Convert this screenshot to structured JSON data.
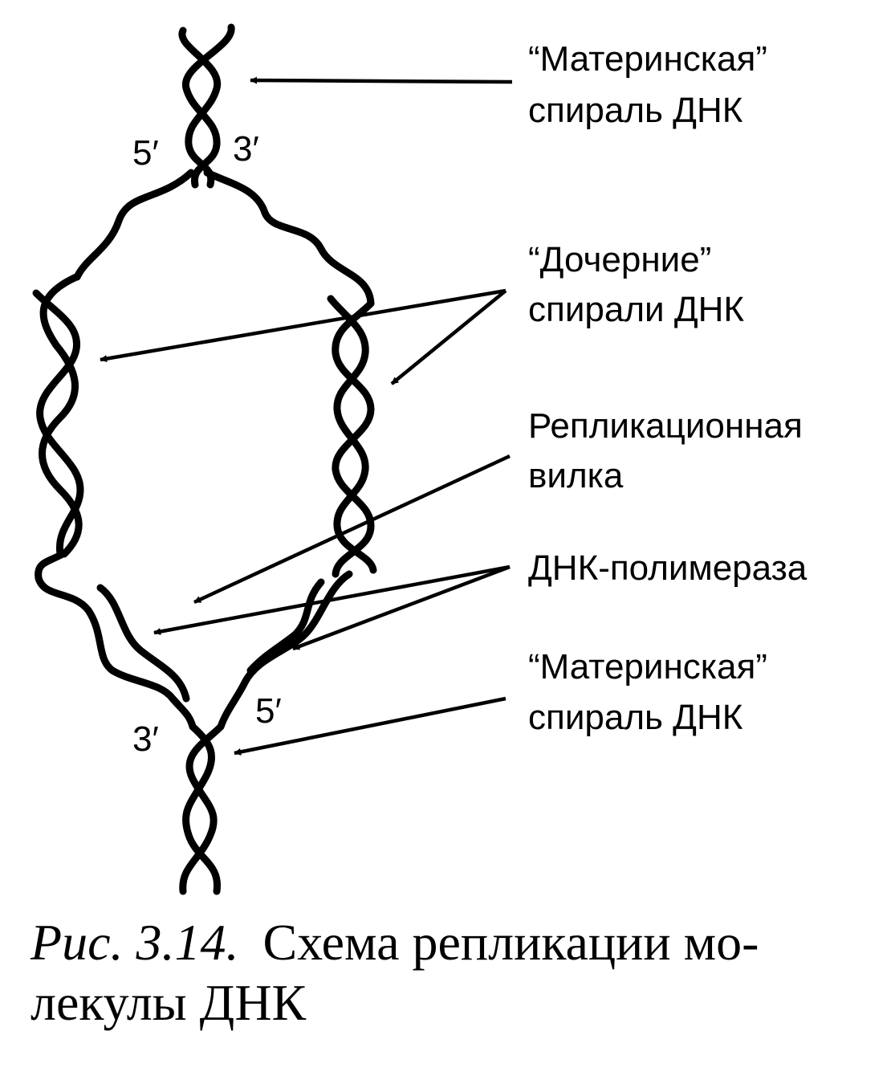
{
  "labels": {
    "mother_top": [
      "“Материнская”",
      "спираль ДНК"
    ],
    "daughter": [
      "“Дочерние”",
      "спирали ДНК"
    ],
    "fork": [
      "Репликационная",
      "вилка"
    ],
    "polymerase": "ДНК-полимераза",
    "mother_bottom": [
      "“Материнская”",
      "спираль ДНК"
    ]
  },
  "strand_ends": {
    "top_left": "5′",
    "top_right": "3′",
    "bottom_left": "3′",
    "bottom_right": "5′"
  },
  "caption": {
    "label": "Рис. 3.14.",
    "line1": "Схема репликации мо-",
    "line2": "лекулы ДНК"
  }
}
